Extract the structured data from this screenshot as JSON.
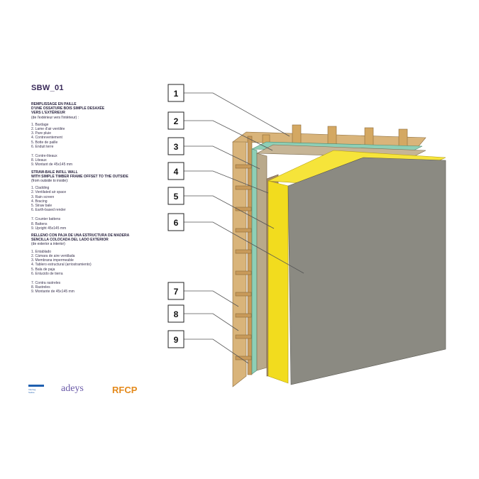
{
  "title": "SBW_01",
  "legend": {
    "fr": {
      "heading": [
        "REMPLISSAGE EN PAILLE",
        "D'UNE OSSATURE BOIS SIMPLE DESAXÉE",
        "VERS L'EXTÉRIEUR"
      ],
      "sub": "(de l'extérieur vers l'intérieur) :",
      "items": [
        "1. Bardage",
        "2. Lame d'air ventilée",
        "3. Pare pluie",
        "4. Contreventement",
        "5. Botte de paille",
        "6. Enduit terre"
      ],
      "items2": [
        "7. Contre-liteaux",
        "8. Liteaux",
        "9. Montant de 45x145 mm"
      ]
    },
    "en": {
      "heading": [
        "STRAW-BALE INFILL WALL",
        "WITH SIMPLE TIMBER FRAME OFFSET TO THE OUTSIDE"
      ],
      "sub": "(from outside to inside):",
      "items": [
        "1. Cladding",
        "2. Ventilated air space",
        "3. Rain screen",
        "4. Bracing",
        "5. Straw bale",
        "6. Earth-based render"
      ],
      "items2": [
        "7. Counter battens",
        "8. Battens",
        "9. Upright 45x145 mm"
      ]
    },
    "es": {
      "heading": [
        "RELLENO CON PAJA DE UNA ESTRUCTURA DE MADERA",
        "SENCILLA COLOCADA DEL LADO EXTERIOR"
      ],
      "sub": "(de exterior a interior)",
      "items": [
        "1. Entablado",
        "2. Cámara de aire ventilada",
        "3. Membrana impermeable",
        "4. Tablero estructural (arriostramiento)",
        "5. Bala de paja",
        "6. Enlucido de tierra"
      ],
      "items2": [
        "7. Contra rastreles",
        "8. Rastreles",
        "9. Montante de 45x145 mm"
      ]
    }
  },
  "callouts": [
    "1",
    "2",
    "3",
    "4",
    "5",
    "6",
    "7",
    "8",
    "9"
  ],
  "logos": {
    "interreg": "Interreg",
    "interreg_sub": "Sudoe",
    "adeys": "adeys",
    "rfcp": "RFCP"
  },
  "colors": {
    "wood": "#d9b47a",
    "wood_dark": "#b8894a",
    "rain_screen": "#8ecfb6",
    "bracing": "#b9a98b",
    "straw": "#f2dc1e",
    "render": "#8b8a82"
  }
}
